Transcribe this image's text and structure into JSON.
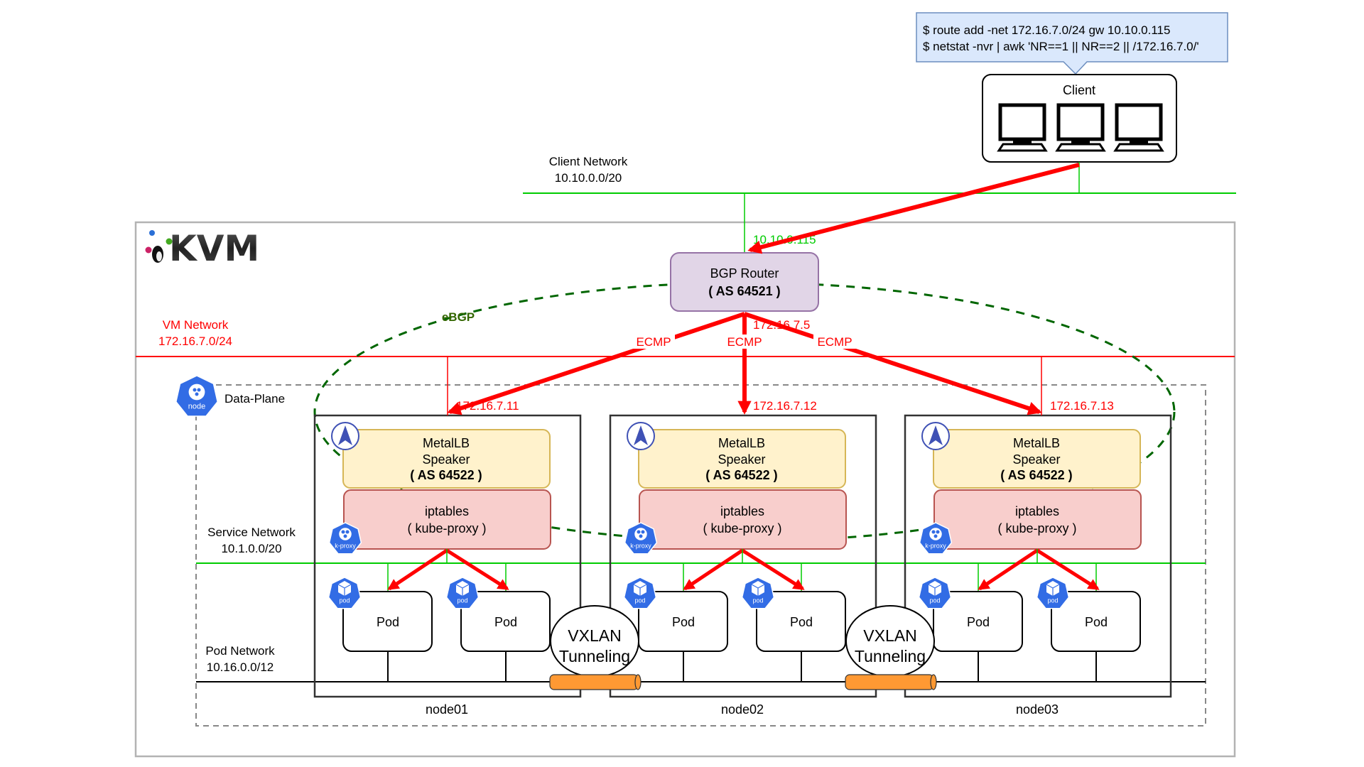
{
  "colors": {
    "client_network": "#00cc00",
    "vm_network": "#ff0000",
    "traffic_arrow": "#ff0000",
    "ebgp": "#006600",
    "router_fill": "#e1d5e7",
    "router_stroke": "#9673a6",
    "metallb_fill": "#fff2cc",
    "metallb_stroke": "#d6b656",
    "iptables_fill": "#f8cecc",
    "iptables_stroke": "#b85450",
    "k8s_blue": "#326ce5",
    "metallb_icon": "#3f51b5",
    "tunnel_fill": "#ff9933",
    "callout_fill": "#dae8fc",
    "callout_stroke": "#6c8ebf"
  },
  "callout": {
    "line1": "$ route add -net 172.16.7.0/24 gw 10.10.0.115",
    "line2": "$ netstat -nvr | awk 'NR==1 || NR==2 || /172.16.7.0/'"
  },
  "client": {
    "title": "Client",
    "icons": [
      "monitor-icon",
      "monitor-icon",
      "monitor-icon"
    ]
  },
  "client_network": {
    "label": "Client Network",
    "cidr": "10.10.0.0/20"
  },
  "kvm": {
    "logo_text": "KVM"
  },
  "router": {
    "name": "BGP Router",
    "as": "( AS 64521 )",
    "client_ip": "10.10.0.115",
    "vm_ip": "172.16.7.5"
  },
  "ebgp_label": "eBGP",
  "ecmp_label": "ECMP",
  "vm_network": {
    "label": "VM Network",
    "cidr": "172.16.7.0/24"
  },
  "data_plane": {
    "label": "Data-Plane",
    "icon_label": "node"
  },
  "service_network": {
    "label": "Service Network",
    "cidr": "10.1.0.0/20"
  },
  "pod_network": {
    "label": "Pod Network",
    "cidr": "10.16.0.0/12"
  },
  "nodes": [
    {
      "name": "node01",
      "ip": "172.16.7.11",
      "speaker": {
        "line1": "MetalLB",
        "line2": "Speaker",
        "as": "( AS 64522 )"
      },
      "proxy": {
        "line1": "iptables",
        "line2": "( kube-proxy )",
        "icon_label": "k-proxy"
      },
      "pods": [
        {
          "label": "Pod",
          "icon_label": "pod"
        },
        {
          "label": "Pod",
          "icon_label": "pod"
        }
      ]
    },
    {
      "name": "node02",
      "ip": "172.16.7.12",
      "speaker": {
        "line1": "MetalLB",
        "line2": "Speaker",
        "as": "( AS 64522 )"
      },
      "proxy": {
        "line1": "iptables",
        "line2": "( kube-proxy )",
        "icon_label": "k-proxy"
      },
      "pods": [
        {
          "label": "Pod",
          "icon_label": "pod"
        },
        {
          "label": "Pod",
          "icon_label": "pod"
        }
      ]
    },
    {
      "name": "node03",
      "ip": "172.16.7.13",
      "speaker": {
        "line1": "MetalLB",
        "line2": "Speaker",
        "as": "( AS 64522 )"
      },
      "proxy": {
        "line1": "iptables",
        "line2": "( kube-proxy )",
        "icon_label": "k-proxy"
      },
      "pods": [
        {
          "label": "Pod",
          "icon_label": "pod"
        },
        {
          "label": "Pod",
          "icon_label": "pod"
        }
      ]
    }
  ],
  "tunnels": [
    {
      "line1": "VXLAN",
      "line2": "Tunneling"
    },
    {
      "line1": "VXLAN",
      "line2": "Tunneling"
    }
  ]
}
